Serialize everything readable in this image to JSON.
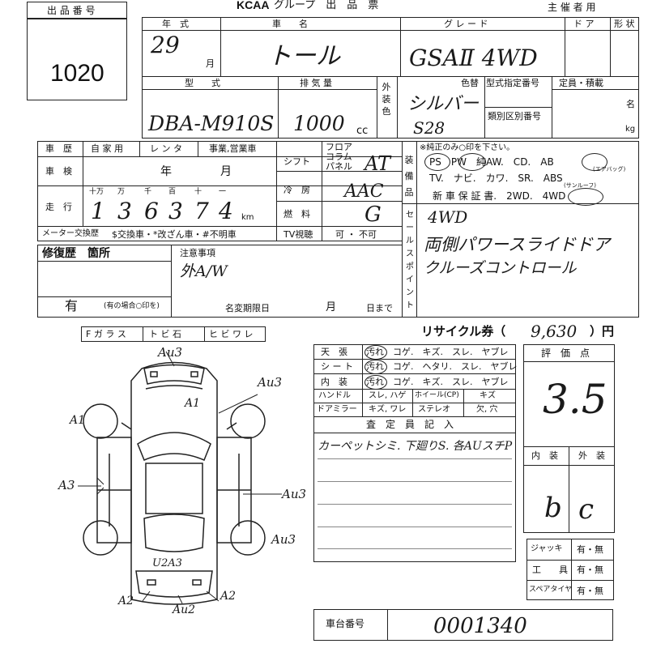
{
  "header": {
    "brand": "KCAA",
    "title": "グループ　出　品　票",
    "organizer_label": "主 催 者 用",
    "lot_label": "出 品 番 号",
    "lot_number": "1020"
  },
  "row1": {
    "year_label": "年　式",
    "year_value": "29",
    "month_label": "月",
    "car_label": "車　　名",
    "car_value": "トール",
    "grade_label": "グ レ ー ド",
    "grade_value": "GSAⅡ 4WD",
    "door_label": "ド ア",
    "shape_label": "形 状"
  },
  "row2": {
    "model_label": "型　　式",
    "model_value": "DBA-M910S",
    "displacement_label": "排 気 量",
    "displacement_value": "1000",
    "cc": "cc",
    "ext_color_label": "外装色",
    "color_label": "色替",
    "color_value": "シルバー",
    "color_code": "S28",
    "model_designation_label": "型式指定番号",
    "category_label": "類別区別番号",
    "capacity_label": "定員・積載",
    "person_unit": "名",
    "kg_unit": "kg"
  },
  "history": {
    "label": "車　歴",
    "options": [
      "自 家 用",
      "レ ン タ",
      "事業,営業車"
    ]
  },
  "inspection": {
    "label": "車　検",
    "year": "年",
    "month": "月"
  },
  "mileage": {
    "label": "走　行",
    "units": [
      "十万",
      "万",
      "千",
      "百",
      "十",
      "一"
    ],
    "digits": [
      "1",
      "3",
      "6",
      "3",
      "7",
      "4"
    ],
    "km": "km"
  },
  "meter": {
    "label": "メーター交換歴",
    "options": "$交換車・*改ざん車・#不明車"
  },
  "shift": {
    "label": "シフト",
    "positions": [
      "フロア",
      "コラム",
      "パネル"
    ],
    "value": "AT"
  },
  "ac": {
    "label": "冷　房",
    "value": "AAC"
  },
  "fuel": {
    "label": "燃　料",
    "value": "G"
  },
  "tv": {
    "label": "TV視聴",
    "value": "可 ・ 不可"
  },
  "equipment": {
    "label": "装備品",
    "note": "※純正のみ○印を下さい。",
    "line1": "PS　PW　純AW.　CD.　AB",
    "airbag_note": "(エアバッグ)",
    "line2": "TV.　ナビ.　カワ.　SR.　ABS",
    "sunroof_note": "(サンルーフ)",
    "line3": "新 車 保 証 書.　2WD.　4WD"
  },
  "sales_point": {
    "label": "セールスポイント",
    "lines": [
      "4WD",
      "両側パワースライドドア",
      "クルーズコントロール"
    ]
  },
  "repair": {
    "label": "修復歴　箇所",
    "value": "有",
    "note": "(有の場合○印を)"
  },
  "notes": {
    "label": "注意事項",
    "value": "外A/W",
    "deadline_label": "名変期限日",
    "month": "月",
    "day_until": "日まで"
  },
  "glass": {
    "options": [
      "F ガ ラ ス",
      "ト ビ 石",
      "ヒ ビ ワ レ"
    ]
  },
  "recycle": {
    "label": "リサイクル券（",
    "value": "9,630",
    "unit": "）円"
  },
  "interior": {
    "rows": [
      {
        "label": "天　張",
        "options": "汚れ　コゲ.　キズ.　スレ.　ヤブレ"
      },
      {
        "label": "シ ー ト",
        "options": "汚れ　コゲ.　ヘタリ.　スレ.　ヤブレ"
      },
      {
        "label": "内　装",
        "options": "汚れ　コゲ.　キズ.　スレ.　ヤブレ"
      }
    ],
    "handle": {
      "label": "ハンドル",
      "opt1": "スレ, ハゲ",
      "opt2": "ホイール(CP)",
      "opt3": "キズ"
    },
    "mirror": {
      "label": "ドアミラー",
      "opt1": "キズ, ワレ",
      "opt2": "ステレオ",
      "opt3": "欠, 穴"
    }
  },
  "inspector": {
    "label": "査　定　員　記　入",
    "value": "カーペットシミ. 下廻りS. 各AUスチP"
  },
  "score": {
    "label": "評　価　点",
    "value": "3.5",
    "interior_label": "内　装",
    "exterior_label": "外　装",
    "interior_grade": "b",
    "exterior_grade": "c"
  },
  "accessories": [
    {
      "label": "ジャッキ",
      "value": "有・無"
    },
    {
      "label": "工　　具",
      "value": "有・無"
    },
    {
      "label": "スペアタイヤ",
      "value": "有・無"
    }
  ],
  "chassis": {
    "label": "車台番号",
    "value": "0001340"
  },
  "diagram_marks": {
    "top": "Au3",
    "hood": "A1",
    "front_left_wheel": "A1",
    "front_right": "Au3",
    "left_side": "A3",
    "right_side": "Au3",
    "rear_right": "Au3",
    "rear_center": "U2A3",
    "rear_left_corner": "A2",
    "rear_right_corner": "A2",
    "bottom": "Au2"
  }
}
